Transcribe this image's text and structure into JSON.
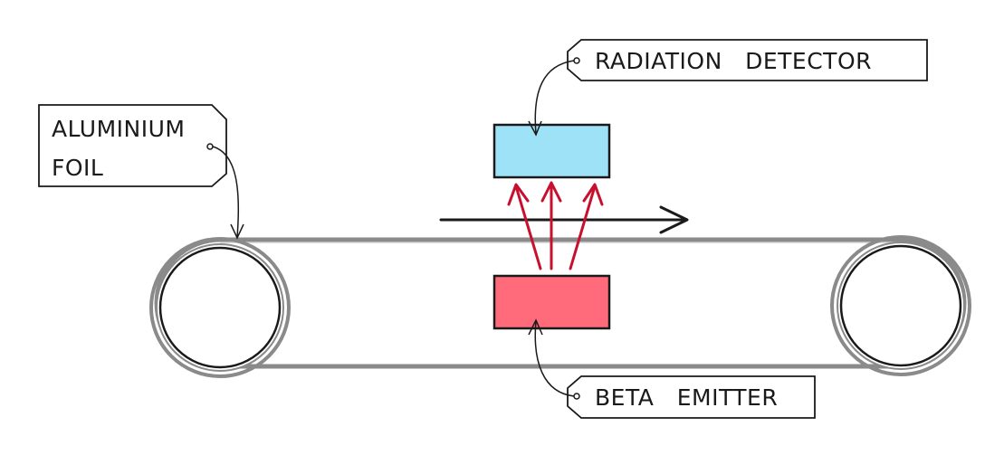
{
  "labels": {
    "detector": "RADIATION   DETECTOR",
    "foil_line1": "ALUMINIUM",
    "foil_line2": "FOIL",
    "emitter": "BETA   EMITTER"
  },
  "colors": {
    "detector_fill": "#9ee2f8",
    "emitter_fill": "#ff6b7a",
    "beta_ray": "#c8102e",
    "outline": "#1a1a1a",
    "belt": "#8a8a8a"
  },
  "icons": {
    "tag_hole": "circle",
    "beta_arrow": "arrowhead",
    "motion_arrow": "arrow-right"
  }
}
